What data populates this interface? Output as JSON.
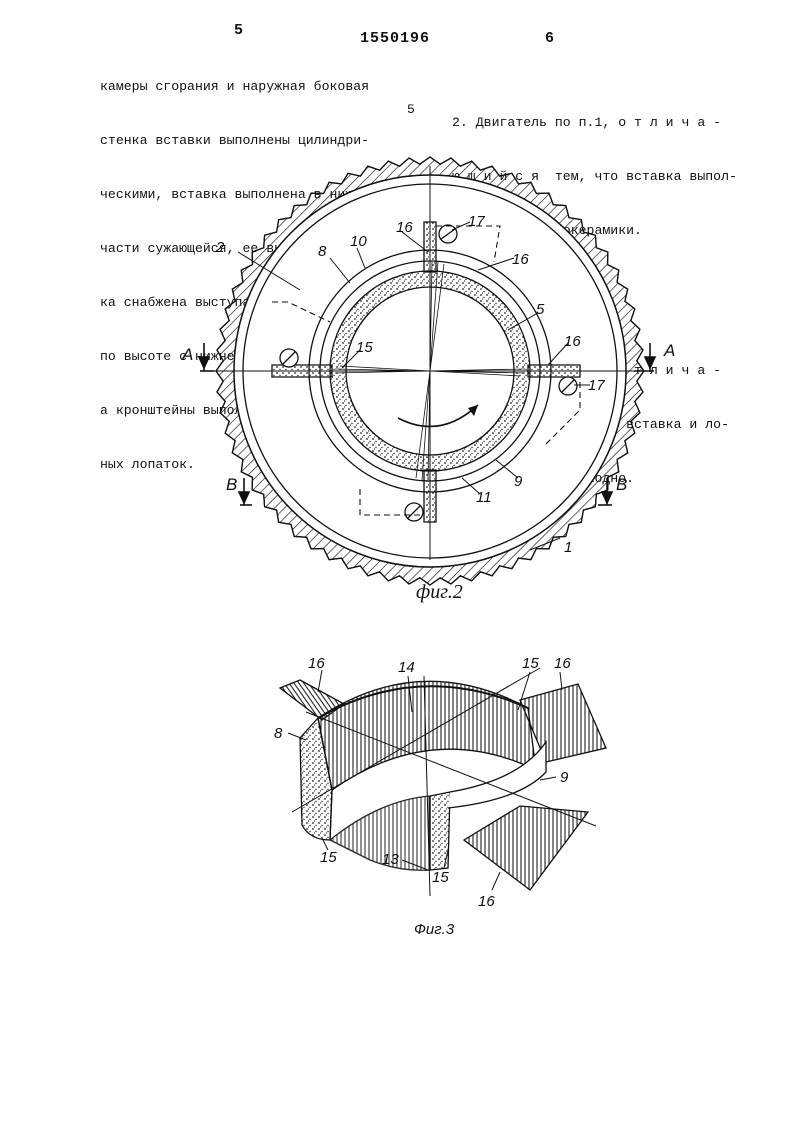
{
  "header": {
    "page_left": "5",
    "patent_number": "1550196",
    "page_right": "6",
    "line_number": "5"
  },
  "left_column": [
    "камеры сгорания и наружная боковая",
    "стенка вставки выполнены цилиндри-",
    "ческими, вставка выполнена в нижней",
    "части сужающейся, ее внутренняя стен-",
    "ка снабжена выступами, сопряженными",
    "по высоте с нижней частью вставки,",
    "а кронштейны выполнены в виде наклон-",
    "ных лопаток."
  ],
  "right_column": {
    "claim2": [
      "2. Двигатель по п.1, о т л и ч а -",
      "ю щ и й с я  тем, что вставка выпол-",
      "нена из металлокерамики."
    ],
    "claim3": [
      "3. Двигатель по п.1, о т л и ч а -",
      "ю щ и й с я  тем, что вставка и ло-",
      "патки выполнены заодно."
    ]
  },
  "fig2": {
    "caption": "фиг.2",
    "section_a": "A",
    "section_b": "B",
    "labels": {
      "n2": "2",
      "n10": "10",
      "n8": "8",
      "n16a": "16",
      "n17a": "17",
      "n16b": "16",
      "n5": "5",
      "n15": "15",
      "n16c": "16",
      "n17b": "17",
      "n9": "9",
      "n11": "11",
      "n1": "1"
    }
  },
  "fig3": {
    "caption": "Фиг.3",
    "labels": {
      "n16a": "16",
      "n14": "14",
      "n15a": "15",
      "n16b": "16",
      "n8": "8",
      "n9": "9",
      "n15b": "15",
      "n13": "13",
      "n15c": "15",
      "n16c": "16"
    }
  }
}
